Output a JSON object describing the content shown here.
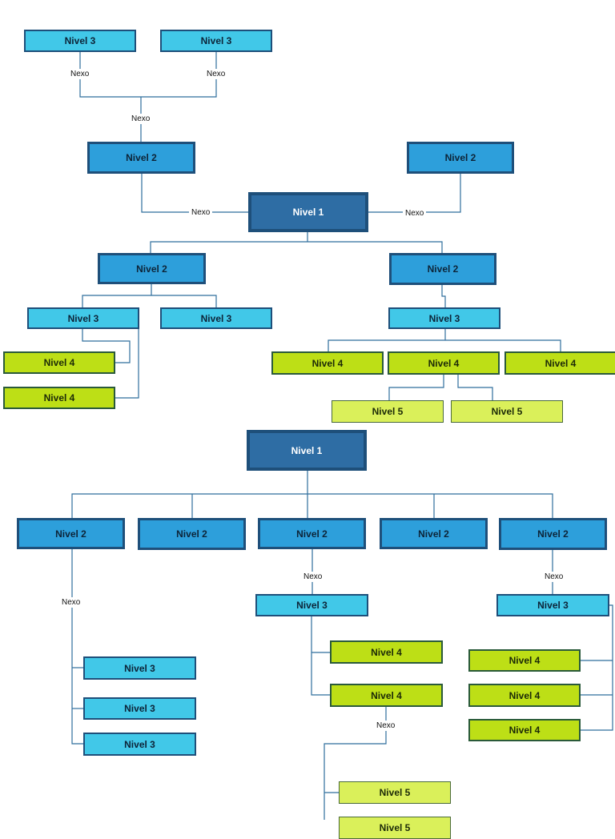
{
  "labels": {
    "nivel1": "Nivel 1",
    "nivel2": "Nivel 2",
    "nivel3": "Nivel 3",
    "nivel4": "Nivel 4",
    "nivel5": "Nivel 5",
    "nexo": "Nexo"
  },
  "colors": {
    "nivel1": "#2e6da4",
    "nivel2": "#2d9fdb",
    "nivel3": "#41c8e8",
    "nivel4": "#bddf16",
    "nivel5": "#daf05a",
    "connector": "#2f6e9c"
  },
  "diagram_1": {
    "root": "Nivel 1",
    "upper": [
      {
        "node": "Nivel 2",
        "link": "Nexo",
        "children": [
          {
            "node": "Nivel 3",
            "link": "Nexo"
          },
          {
            "node": "Nivel 3",
            "link": "Nexo"
          }
        ],
        "child_link": "Nexo"
      },
      {
        "node": "Nivel 2",
        "link": "Nexo"
      }
    ],
    "lower": [
      {
        "node": "Nivel 2",
        "children": [
          {
            "node": "Nivel 3",
            "children": [
              "Nivel 4",
              "Nivel 4"
            ]
          },
          {
            "node": "Nivel 3"
          }
        ]
      },
      {
        "node": "Nivel 2",
        "children": [
          {
            "node": "Nivel 3",
            "children": [
              {
                "node": "Nivel 4"
              },
              {
                "node": "Nivel 4",
                "children": [
                  "Nivel 5",
                  "Nivel 5"
                ]
              },
              {
                "node": "Nivel 4"
              }
            ]
          }
        ]
      }
    ]
  },
  "diagram_2": {
    "root": "Nivel 1",
    "children": [
      {
        "node": "Nivel 2",
        "link": "Nexo",
        "children": [
          "Nivel 3",
          "Nivel 3",
          "Nivel 3"
        ]
      },
      {
        "node": "Nivel 2"
      },
      {
        "node": "Nivel 2",
        "link": "Nexo",
        "children": [
          {
            "node": "Nivel 3",
            "children": [
              {
                "node": "Nivel 4"
              },
              {
                "node": "Nivel 4",
                "link": "Nexo",
                "children": [
                  "Nivel 5"
                ]
              }
            ]
          }
        ]
      },
      {
        "node": "Nivel 2"
      },
      {
        "node": "Nivel 2",
        "link": "Nexo",
        "children": [
          {
            "node": "Nivel 3",
            "children": [
              "Nivel 4",
              "Nivel 4",
              "Nivel 4"
            ]
          }
        ]
      }
    ]
  }
}
